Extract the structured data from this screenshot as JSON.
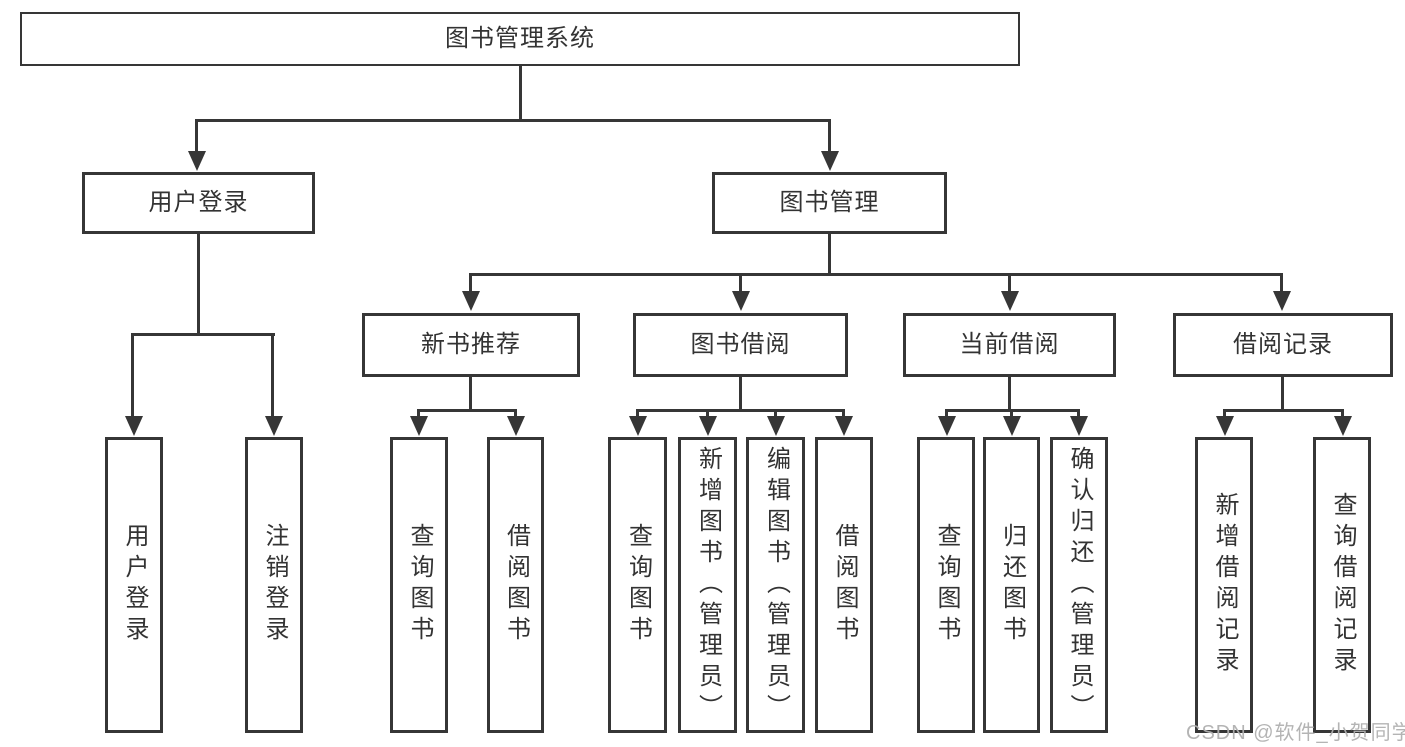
{
  "diagram": {
    "type": "tree",
    "root": {
      "label": "图书管理系统"
    },
    "branches": [
      {
        "label": "用户登录",
        "children": [
          {
            "label": "用户登录"
          },
          {
            "label": "注销登录"
          }
        ]
      },
      {
        "label": "图书管理",
        "children": [
          {
            "label": "新书推荐",
            "children": [
              {
                "label": "查询图书"
              },
              {
                "label": "借阅图书"
              }
            ]
          },
          {
            "label": "图书借阅",
            "children": [
              {
                "label": "查询图书"
              },
              {
                "label": "新增图书（管理员）"
              },
              {
                "label": "编辑图书（管理员）"
              },
              {
                "label": "借阅图书"
              }
            ]
          },
          {
            "label": "当前借阅",
            "children": [
              {
                "label": "查询图书"
              },
              {
                "label": "归还图书"
              },
              {
                "label": "确认归还（管理员）"
              }
            ]
          },
          {
            "label": "借阅记录",
            "children": [
              {
                "label": "新增借阅记录"
              },
              {
                "label": "查询借阅记录"
              }
            ]
          }
        ]
      }
    ]
  },
  "watermark": {
    "text": "CSDN @软件_小贺同学"
  },
  "colors": {
    "line": "#363636",
    "text": "#333333",
    "background": "#ffffff",
    "watermark": "#b0b0b0"
  }
}
